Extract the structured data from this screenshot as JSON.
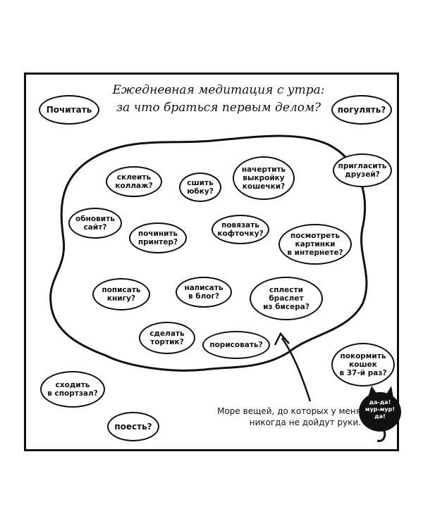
{
  "title": "Ежедневная медитация с утра:\nза что браться первым делом?",
  "outer_items": [
    {
      "id": "read",
      "label": "Почитать"
    },
    {
      "id": "walk",
      "label": "погулять?"
    },
    {
      "id": "invite",
      "label": "пригласить\nдрузей?"
    },
    {
      "id": "feed",
      "label": "покормить\nкошек\nв 37-й раз?"
    },
    {
      "id": "gym",
      "label": "сходить\nв спортзал?"
    },
    {
      "id": "eat",
      "label": "поесть?"
    }
  ],
  "inner_items": [
    {
      "id": "collage",
      "label": "склеить\nколлаж?"
    },
    {
      "id": "skirt",
      "label": "сшить\nюбку?"
    },
    {
      "id": "pattern",
      "label": "начертить\nвыкройку\nкошечки?"
    },
    {
      "id": "site",
      "label": "обновить\nсайт?"
    },
    {
      "id": "printer",
      "label": "починить\nпринтер?"
    },
    {
      "id": "sweater",
      "label": "повязать\nкофточку?"
    },
    {
      "id": "pictures",
      "label": "посмотреть\nкартинки\nв интернете?"
    },
    {
      "id": "book",
      "label": "пописать\nкнигу?"
    },
    {
      "id": "blog",
      "label": "написать\nв блог?"
    },
    {
      "id": "bracelet",
      "label": "сплести\nбраслет\nиз бисера?"
    },
    {
      "id": "cake",
      "label": "сделать\nтортик?"
    },
    {
      "id": "draw",
      "label": "порисовать?"
    }
  ],
  "note": "Море вещей, до которых у меня\nникогда не дойдут руки.",
  "cat_speech": "да-да!\nмур-мур!\nда!",
  "colors": {
    "ink": "#111111",
    "paper": "#ffffff"
  }
}
